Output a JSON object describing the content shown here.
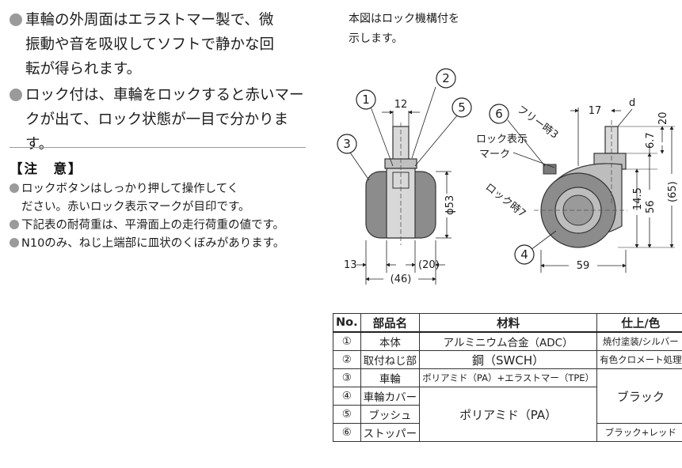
{
  "features": [
    {
      "lines": [
        "車輪の外周面はエラストマー製で、微",
        "振動や音を吸収してソフトで静かな回",
        "転が得られます。"
      ]
    },
    {
      "lines": [
        "ロック付は、車輪をロックすると赤いマー",
        "クが出て、ロック状態が一目で分かります。"
      ]
    }
  ],
  "notice": {
    "title": "【注　意】",
    "items": [
      {
        "lines": [
          "ロックボタンはしっかり押して操作してく",
          "ださい。赤いロック表示マークが目印です。"
        ]
      },
      {
        "lines": [
          "下記表の耐荷重は、平滑面上の走行荷重の値です。"
        ]
      },
      {
        "lines": [
          "N10のみ、ねじ上端部に皿状のくぼみがあります。"
        ]
      }
    ]
  },
  "drawing": {
    "note_lines": [
      "本図はロック機構付を",
      "示します。"
    ],
    "callouts": [
      "1",
      "2",
      "3",
      "4",
      "5",
      "6"
    ],
    "dims": {
      "d12": "12",
      "d53": "ϕ53",
      "d13": "13",
      "d20": "(20)",
      "d46": "(46)",
      "d17": "17",
      "dd": "d",
      "d67": "6.7",
      "d20v": "20",
      "d145": "14.5",
      "d56": "56",
      "d65": "(65)",
      "d59": "59"
    },
    "labels": {
      "lock_mark_1": "ロック表示",
      "lock_mark_2": "マーク",
      "free": "フリー時3",
      "lock": "ロック時7"
    }
  },
  "table": {
    "headers": [
      "No.",
      "部品名",
      "材料",
      "仕上/色"
    ],
    "rows": [
      {
        "no": "①",
        "name": "本体",
        "material": "アルミニウム合金（ADC）",
        "finish": "焼付塗装/シルバー"
      },
      {
        "no": "②",
        "name": "取付ねじ部",
        "material": "鋼（SWCH）",
        "finish": "有色クロメート処理"
      },
      {
        "no": "③",
        "name": "車輪",
        "material": "ポリアミド（PA）+エラストマー（TPE）",
        "finish": "ブラック"
      },
      {
        "no": "④",
        "name": "車輪カバー",
        "material": "ポリアミド（PA）",
        "finish": ""
      },
      {
        "no": "⑤",
        "name": "ブッシュ",
        "material": "",
        "finish": ""
      },
      {
        "no": "⑥",
        "name": "ストッパー",
        "material": "",
        "finish": "ブラック+レッド"
      }
    ]
  }
}
